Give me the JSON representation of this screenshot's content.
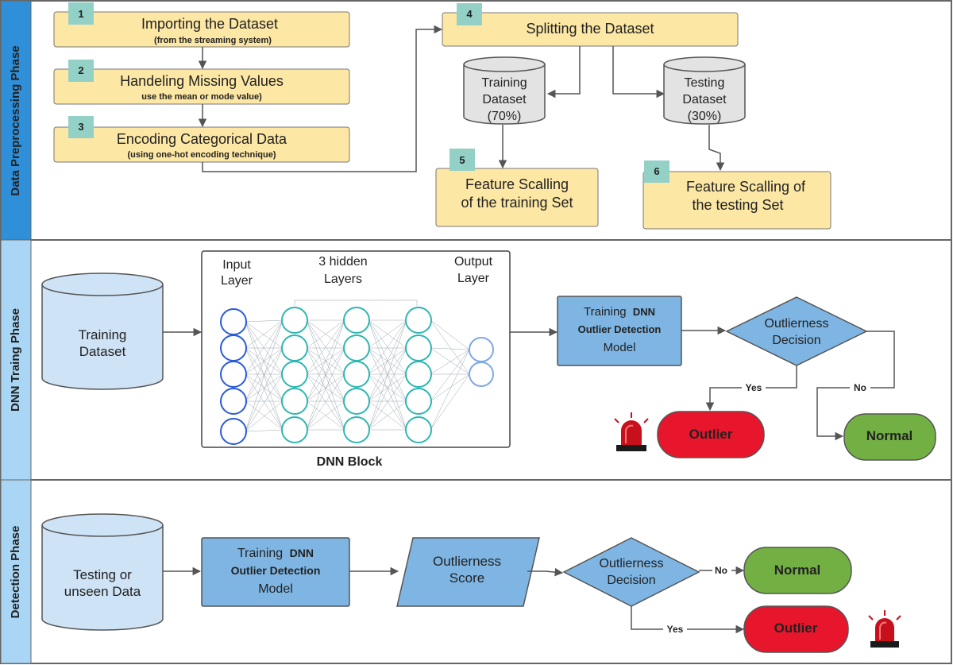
{
  "phases": {
    "preprocessing": "Data Preprocessing Phase",
    "training": "DNN Traing Phase",
    "detection": "Detection Phase"
  },
  "steps": [
    {
      "num": "1",
      "title": "Importing the Dataset",
      "subtitle": "(from the streaming system)"
    },
    {
      "num": "2",
      "title": "Handeling Missing Values",
      "subtitle": "use the mean or mode value)"
    },
    {
      "num": "3",
      "title": "Encoding Categorical Data",
      "subtitle": "(using one-hot encoding technique)"
    },
    {
      "num": "4",
      "title": "Splitting the Dataset"
    },
    {
      "num": "5",
      "line1": "Feature Scalling",
      "line2": "of the training Set"
    },
    {
      "num": "6",
      "line1": "Feature Scalling of",
      "line2": "the testing Set"
    }
  ],
  "split": {
    "train": {
      "line1": "Training",
      "line2": "Dataset",
      "line3": "(70%)"
    },
    "test": {
      "line1": "Testing",
      "line2": "Dataset",
      "line3": "(30%)"
    }
  },
  "training_phase": {
    "dataset": {
      "line1": "Training",
      "line2": "Dataset"
    },
    "nn": {
      "input_l1": "Input",
      "input_l2": "Layer",
      "hidden_l1": "3 hidden",
      "hidden_l2": "Layers",
      "output_l1": "Output",
      "output_l2": "Layer",
      "caption": "DNN Block"
    },
    "model": {
      "w1": "Training",
      "w2": "DNN",
      "line2": "Outlier Detection",
      "line3": "Model"
    },
    "decision": {
      "line1": "Outlierness",
      "line2": "Decision"
    },
    "yes": "Yes",
    "no": "No",
    "outlier": "Outlier",
    "normal": "Normal"
  },
  "detection_phase": {
    "dataset": {
      "line1": "Testing or",
      "line2": "unseen Data"
    },
    "model": {
      "w1": "Training",
      "w2": "DNN",
      "line2": "Outlier Detection",
      "line3": "Model"
    },
    "score": {
      "line1": "Outlierness",
      "line2": "Score"
    },
    "decision": {
      "line1": "Outlierness",
      "line2": "Decision"
    },
    "no": "No",
    "yes": "Yes",
    "normal": "Normal",
    "outlier": "Outlier"
  },
  "colors": {
    "sidebar": "#2f8fd8",
    "sidebar_light": "#a9d6f5",
    "step_box": "#fde7a4",
    "step_num": "#93d1c6",
    "cylinder_gray": "#e3e3e3",
    "cylinder_blue": "#cfe3f6",
    "model_box": "#7eb5e3",
    "outlier_red": "#e8162c",
    "normal_green": "#72b043",
    "neuron_blue": "#2a5bd7",
    "neuron_teal": "#2fb6b1"
  }
}
